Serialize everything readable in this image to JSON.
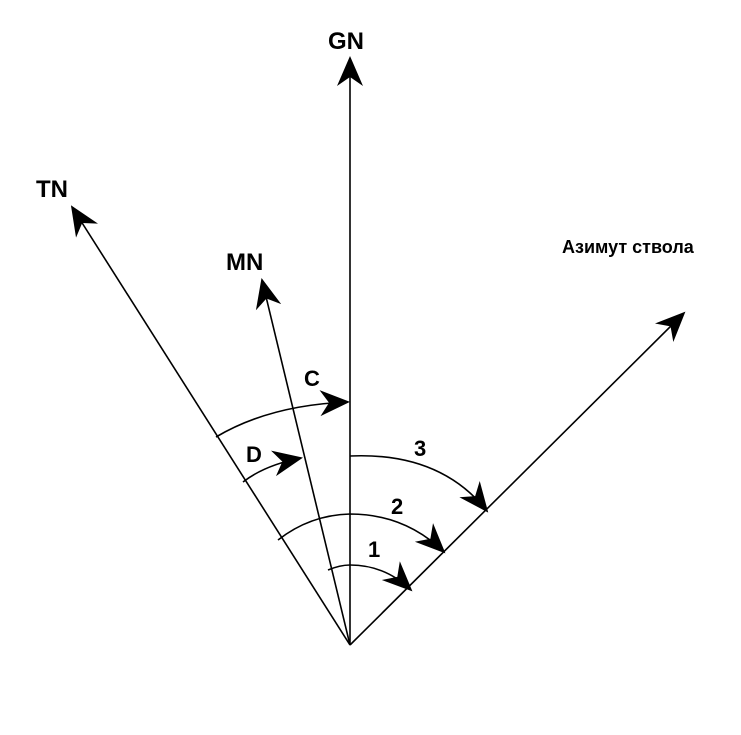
{
  "diagram": {
    "labels": {
      "gn": "GN",
      "tn": "TN",
      "mn": "MN",
      "azimuth": "Азимут ствола",
      "angle_c": "C",
      "angle_d": "D",
      "angle_1": "1",
      "angle_2": "2",
      "angle_3": "3"
    },
    "colors": {
      "stroke": "#000000",
      "background": "#ffffff"
    }
  }
}
